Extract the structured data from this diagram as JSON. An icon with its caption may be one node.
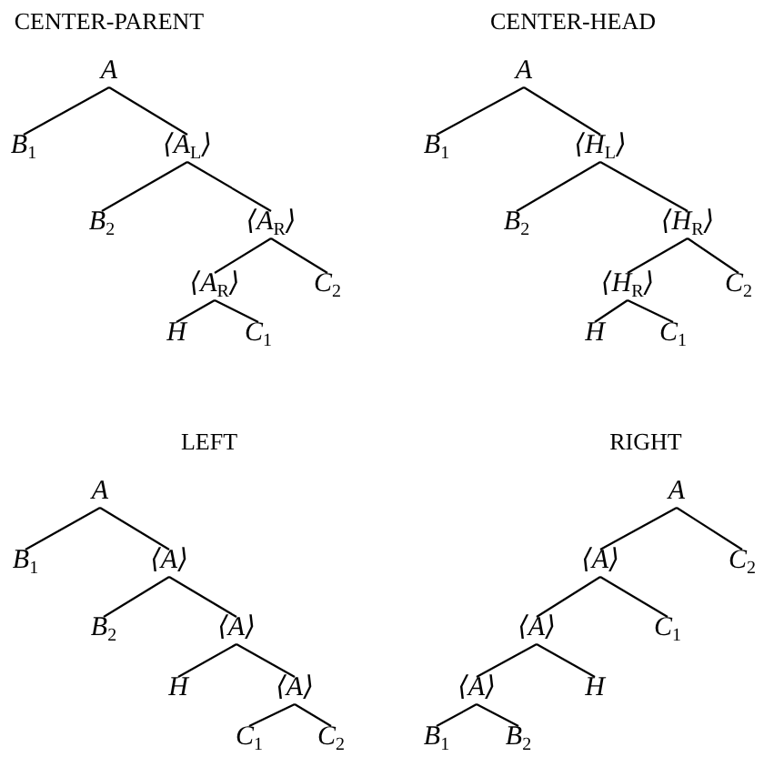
{
  "diagram": {
    "nodes": [
      {
        "text": [
          "A"
        ]
      },
      {
        "text": [
          "B$_{1}$"
        ]
      },
      {
        "text": [
          "⟨A$_{L}$⟩"
        ]
      },
      {
        "text": [
          "B$_{2}$"
        ]
      },
      {
        "text": [
          "⟨A$_{R}$⟩"
        ]
      },
      {
        "text": [
          "⟨A$_{R}$⟩"
        ]
      },
      {
        "text": [
          "C$_{2}$"
        ]
      },
      {
        "text": [
          "H"
        ]
      },
      {
        "text": [
          "C$_{1}$"
        ]
      },
      {
        "text": [
          "A"
        ]
      },
      {
        "text": [
          "B$_{1}$"
        ]
      },
      {
        "text": [
          "⟨H$_{L}$⟩"
        ]
      },
      {
        "text": [
          "B$_{2}$"
        ]
      },
      {
        "text": [
          "⟨H$_{R}$⟩"
        ]
      },
      {
        "text": [
          "⟨H$_{R}$⟩"
        ]
      },
      {
        "text": [
          "C$_{2}$"
        ]
      },
      {
        "text": [
          "H"
        ]
      },
      {
        "text": [
          "C$_{1}$"
        ]
      },
      {
        "text": [
          "A"
        ]
      },
      {
        "text": [
          "B$_{1}$"
        ]
      },
      {
        "text": [
          "⟨A⟩"
        ]
      },
      {
        "text": [
          "B$_{2}$"
        ]
      },
      {
        "text": [
          "⟨A⟩"
        ]
      },
      {
        "text": [
          "H"
        ]
      },
      {
        "text": [
          "⟨A⟩"
        ]
      },
      {
        "text": [
          "C$_{1}$"
        ]
      },
      {
        "text": [
          "C$_{2}$"
        ]
      },
      {
        "text": [
          "A"
        ]
      },
      {
        "text": [
          "⟨A⟩"
        ]
      },
      {
        "text": [
          "C$_{2}$"
        ]
      },
      {
        "text": [
          "⟨A⟩"
        ]
      },
      {
        "text": [
          "C$_{1}$"
        ]
      },
      {
        "text": [
          "⟨A⟩"
        ]
      },
      {
        "text": [
          "H"
        ]
      },
      {
        "text": [
          "B$_{1}$"
        ]
      },
      {
        "text": [
          "B$_{2}$"
        ]
      }
    ],
    "edges": [
      {
        "from": 0,
        "to": 1,
        "arrow": "none"
      },
      {
        "from": 0,
        "to": 2,
        "arrow": "none"
      },
      {
        "from": 2,
        "to": 3,
        "arrow": "none"
      },
      {
        "from": 2,
        "to": 4,
        "arrow": "none"
      },
      {
        "from": 4,
        "to": 5,
        "arrow": "none"
      },
      {
        "from": 4,
        "to": 6,
        "arrow": "none"
      },
      {
        "from": 5,
        "to": 7,
        "arrow": "none"
      },
      {
        "from": 5,
        "to": 8,
        "arrow": "none"
      },
      {
        "from": 9,
        "to": 10,
        "arrow": "none"
      },
      {
        "from": 9,
        "to": 11,
        "arrow": "none"
      },
      {
        "from": 11,
        "to": 12,
        "arrow": "none"
      },
      {
        "from": 11,
        "to": 13,
        "arrow": "none"
      },
      {
        "from": 13,
        "to": 14,
        "arrow": "none"
      },
      {
        "from": 13,
        "to": 15,
        "arrow": "none"
      },
      {
        "from": 14,
        "to": 16,
        "arrow": "none"
      },
      {
        "from": 14,
        "to": 17,
        "arrow": "none"
      },
      {
        "from": 18,
        "to": 19,
        "arrow": "none"
      },
      {
        "from": 18,
        "to": 20,
        "arrow": "none"
      },
      {
        "from": 20,
        "to": 21,
        "arrow": "none"
      },
      {
        "from": 20,
        "to": 22,
        "arrow": "none"
      },
      {
        "from": 22,
        "to": 23,
        "arrow": "none"
      },
      {
        "from": 22,
        "to": 24,
        "arrow": "none"
      },
      {
        "from": 24,
        "to": 25,
        "arrow": "none"
      },
      {
        "from": 24,
        "to": 26,
        "arrow": "none"
      },
      {
        "from": 27,
        "to": 28,
        "arrow": "none"
      },
      {
        "from": 27,
        "to": 29,
        "arrow": "none"
      },
      {
        "from": 28,
        "to": 30,
        "arrow": "none"
      },
      {
        "from": 28,
        "to": 31,
        "arrow": "none"
      },
      {
        "from": 30,
        "to": 32,
        "arrow": "none"
      },
      {
        "from": 30,
        "to": 33,
        "arrow": "none"
      },
      {
        "from": 32,
        "to": 34,
        "arrow": "none"
      },
      {
        "from": 32,
        "to": 35,
        "arrow": "none"
      }
    ],
    "labels": [
      "CENTER-PARENT",
      "CENTER-HEAD",
      "LEFT",
      "RIGHT"
    ]
  }
}
